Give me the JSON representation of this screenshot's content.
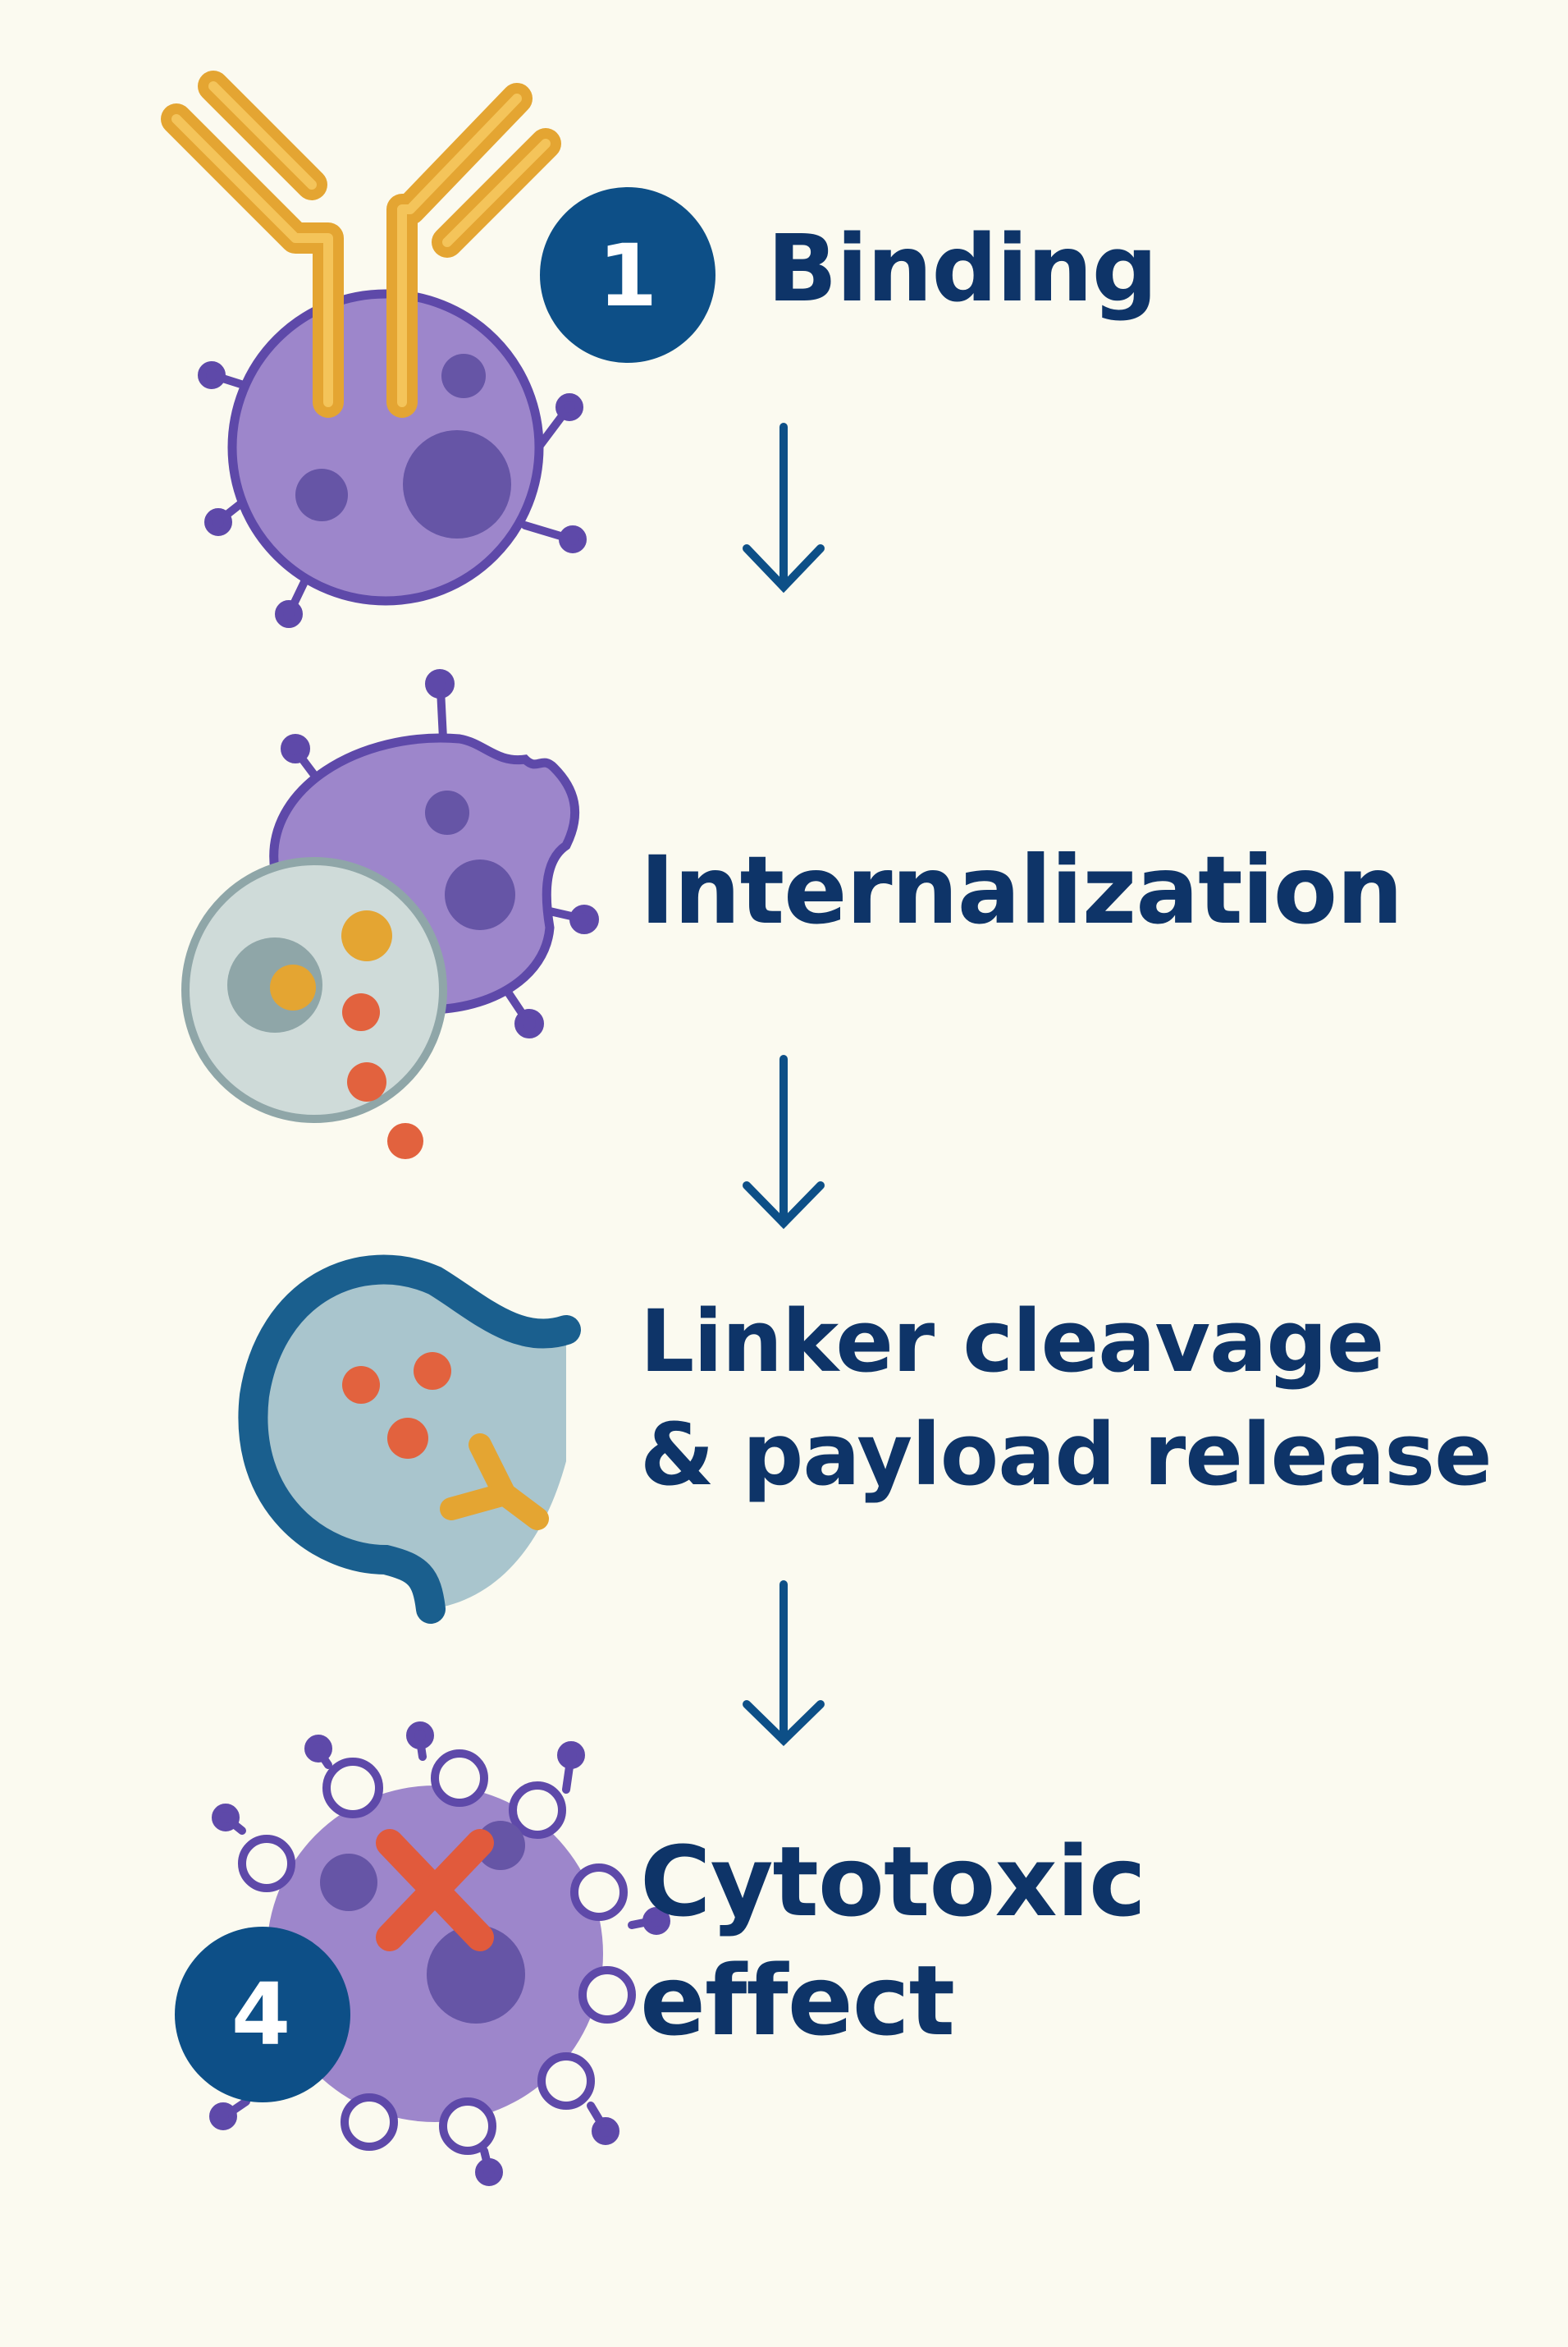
{
  "steps": [
    {
      "number": "1",
      "label_lines": [
        "Binding"
      ]
    },
    {
      "number": "",
      "label_lines": [
        "Internalization"
      ]
    },
    {
      "number": "",
      "label_lines": [
        "Linker cleavage",
        "& payload release"
      ]
    },
    {
      "number": "4",
      "label_lines": [
        "Cytotoxic",
        "effect"
      ]
    }
  ],
  "icons": {
    "step1": [
      "antibody-icon",
      "tumor-cell-icon"
    ],
    "step2": [
      "internalizing-cell-icon",
      "endosome-icon"
    ],
    "step3": [
      "lysosome-icon",
      "released-payload-icon"
    ],
    "step4": [
      "dying-cell-icon",
      "cross-mark-icon"
    ]
  },
  "colors": {
    "background": "#fbfaf0",
    "text": "#0e3468",
    "badge": "#0d4f87",
    "arrow": "#0d4f87",
    "antibody": "#e4a532",
    "antibody_inner": "#f4c45a",
    "cell_fill": "#9d86cb",
    "cell_outline": "#5e49a9",
    "nucleus": "#6655a6",
    "vesicle_fill": "#cfdbd9",
    "vesicle_outline": "#8fa6a8",
    "payload": "#e2623e",
    "lysosome_fill": "#a9c5cd",
    "lysosome_outline": "#1a5f8e",
    "cross": "#e15a3c"
  }
}
